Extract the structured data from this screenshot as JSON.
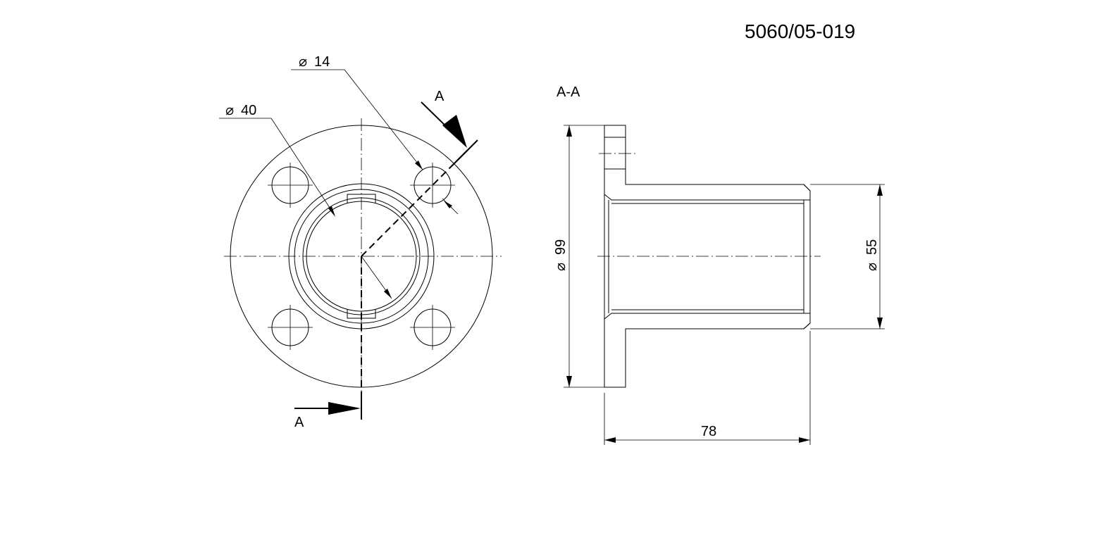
{
  "drawing": {
    "number": "5060/05-019",
    "section_label": "A-A",
    "cut_label_top": "A",
    "cut_label_bottom": "A",
    "dimensions": {
      "hole_diameter": "14",
      "bore_diameter": "40",
      "flange_diameter": "99",
      "body_diameter": "55",
      "length": "78"
    },
    "diameter_symbol": "⌀"
  }
}
